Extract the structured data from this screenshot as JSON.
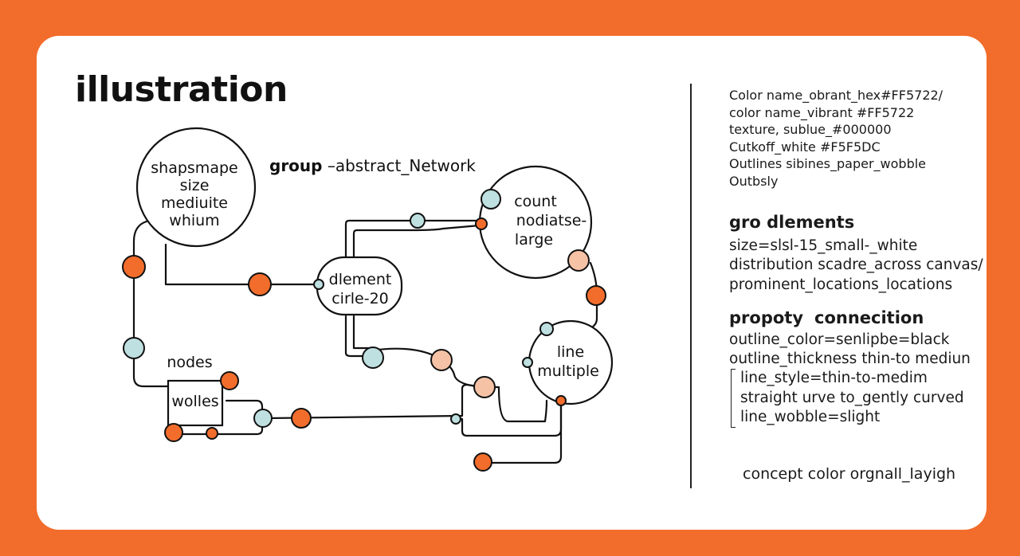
{
  "title": "illustration",
  "diagram": {
    "group_label_bold": "group",
    "group_label_rest": " –abstract_Network",
    "big_node": [
      "shapsmape",
      "size",
      "mediuite",
      "whium"
    ],
    "center_node": [
      "dlement",
      "cirle-20"
    ],
    "count_node": [
      "count",
      "nodiatse-",
      "large"
    ],
    "line_node": [
      "line",
      "multiple"
    ],
    "nodes_label": "nodes",
    "wolles_box": "wolles",
    "colors": {
      "orange": "#F26D2B",
      "teal": "#BFE0E0",
      "peach": "#F5C2A6",
      "outline": "#111111"
    }
  },
  "side": {
    "palette_lines": [
      "Color name_obrant_hex#FF5722/",
      "color name_vibrant #FF5722",
      "texture, sublue_#000000",
      "Cutkoff_white #F5F5DC",
      "Outlines sibines_paper_wobble",
      "Outbsly"
    ],
    "elements_heading": "gro dlements",
    "elements_lines": [
      "size=slsl-15_small-_white",
      "distribution scadre_across canvas/",
      "prominent_locations_locations"
    ],
    "prop_heading_a": "propoty",
    "prop_heading_b": "connecition",
    "prop_lines": [
      "outline_color=senlipbe=black",
      "outline_thickness thin-to mediun"
    ],
    "bracket_lines": [
      "line_style=thin-to-medim",
      "straight urve to_gently curved",
      "line_wobble=slight"
    ],
    "concept": "concept color orgnall_layigh"
  }
}
